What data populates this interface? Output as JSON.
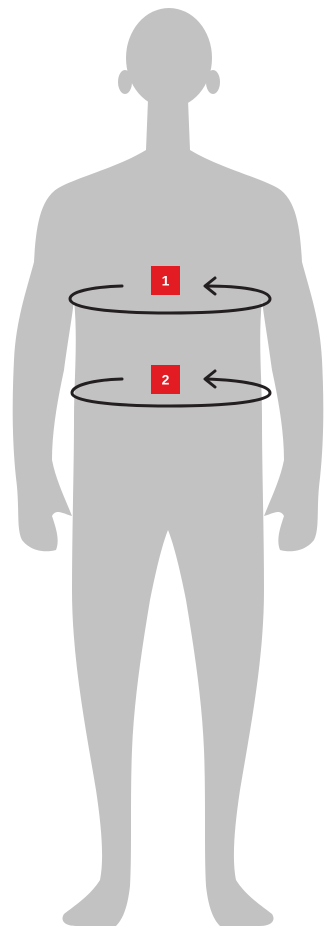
{
  "diagram": {
    "colors": {
      "silhouette": "#c2c2c2",
      "background": "#ffffff",
      "loop_stroke": "#231f20",
      "marker_fill": "#e31b23",
      "marker_text": "#ffffff"
    },
    "figure_icon": "human-body-front-silhouette",
    "arrow_icon": "curved-arrow-left",
    "markers": [
      {
        "label": "1"
      },
      {
        "label": "2"
      }
    ]
  }
}
